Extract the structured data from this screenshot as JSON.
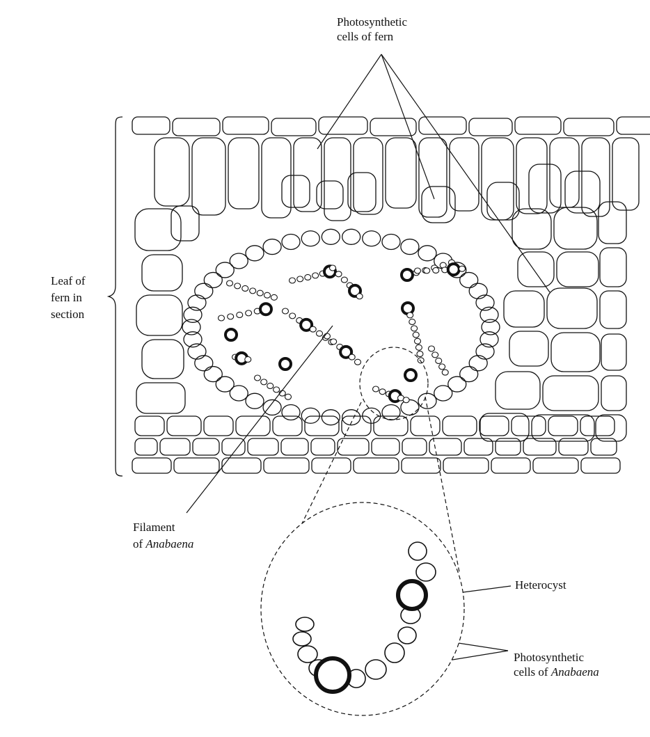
{
  "labels": {
    "fern_photo_1": "Photosynthetic",
    "fern_photo_2": "cells of fern",
    "leaf_1": "Leaf of",
    "leaf_2": "fern in",
    "leaf_3": "section",
    "filament_1": "Filament",
    "filament_2a": "of ",
    "filament_2b": "Anabaena",
    "heterocyst": "Heterocyst",
    "ana_photo_1": "Photosynthetic",
    "ana_photo_2a": "cells of ",
    "ana_photo_2b": "Anabaena"
  },
  "colors": {
    "ink": "#111111",
    "background": "#ffffff"
  }
}
